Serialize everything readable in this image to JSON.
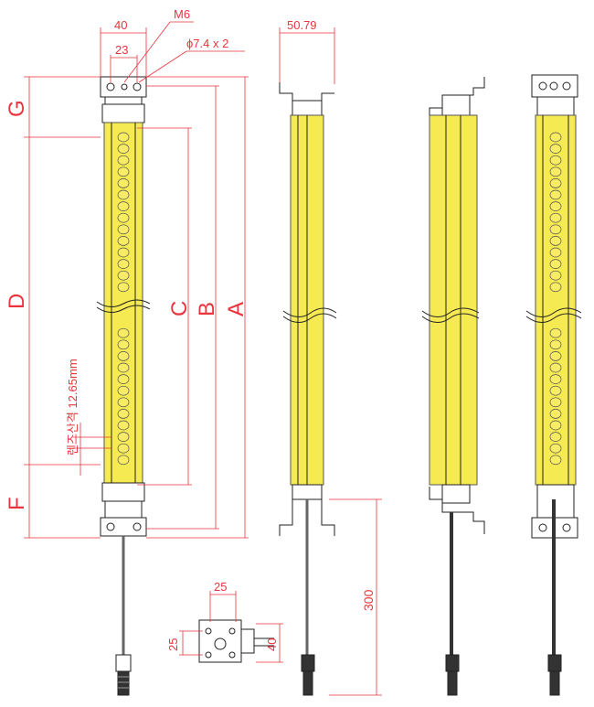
{
  "labels": {
    "letter_g": "G",
    "letter_d": "D",
    "letter_f": "F",
    "letter_c": "C",
    "letter_b": "B",
    "letter_a": "A",
    "dim_40_top": "40",
    "dim_23": "23",
    "dim_m6": "M6",
    "dim_hole": "ϕ7.4 x 2",
    "dim_5079": "50.79",
    "dim_lens_pitch": "렌즈산격 12.65mm",
    "dim_300": "300",
    "dim_25_top": "25",
    "dim_25_left": "25",
    "dim_40_right": "40"
  },
  "colors": {
    "dimension": "#e8343d",
    "housing_yellow": "#f6ea53",
    "outline": "#222222"
  }
}
